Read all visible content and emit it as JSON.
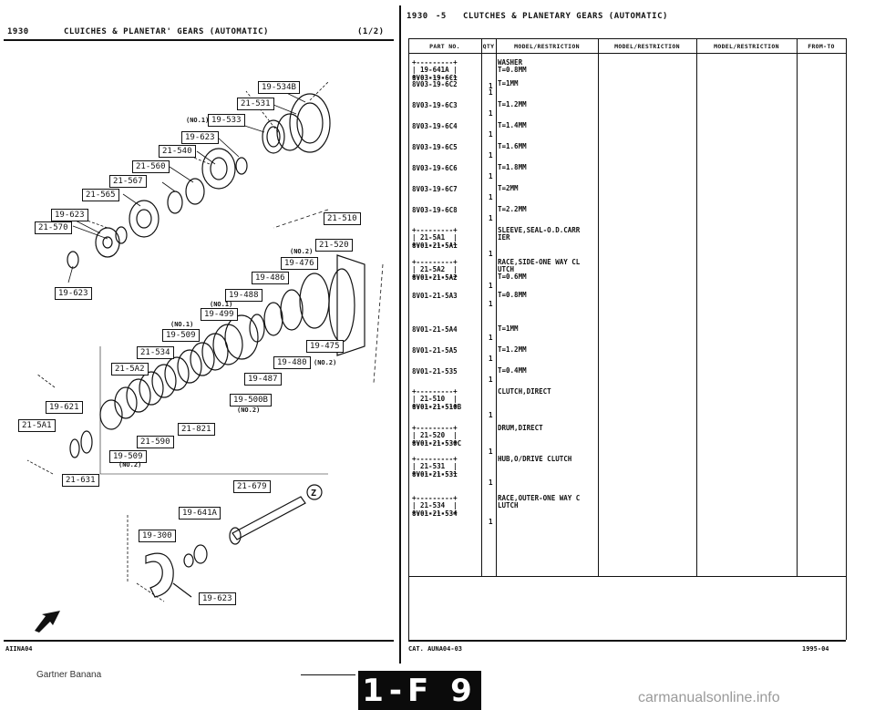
{
  "left_page": {
    "header_left": "1930",
    "header_title": "CLUICHES & PLANETAR' GEARS (AUTOMATIC)",
    "header_page": "(1/2)",
    "footer_code": "AIINA04",
    "labels": {
      "l_19_534b": "19-534B",
      "l_21_531": "21-531",
      "l_no1_a": "(NO.1)",
      "l_19_533": "19-533",
      "l_19_623_a": "19-623",
      "l_21_540": "21-540",
      "l_21_560": "21-560",
      "l_21_567": "21-567",
      "l_21_565": "21-565",
      "l_19_623_b": "19-623",
      "l_21_570": "21-570",
      "l_19_623_c": "19-623",
      "l_21_510": "21-510",
      "l_no2_a": "(NO.2)",
      "l_21_520": "21-520",
      "l_19_476": "19-476",
      "l_19_486": "19-486",
      "l_19_488": "19-488",
      "l_no1_b": "(NO.1)",
      "l_19_499": "19-499",
      "l_no1_c": "(NO.1)",
      "l_19_509_a": "19-509",
      "l_21_534": "21-534",
      "l_21_5a2": "21-5A2",
      "l_19_475": "19-475",
      "l_19_480": "19-480",
      "l_no2_b": "(NO.2)",
      "l_19_487": "19-487",
      "l_19_500b": "19-500B",
      "l_no2_c": "(NO.2)",
      "l_21_821": "21-821",
      "l_21_590": "21-590",
      "l_19_509_b": "19-509",
      "l_no2_d": "(NO.2)",
      "l_19_621": "19-621",
      "l_21_5a1": "21-5A1",
      "l_21_631": "21-631",
      "l_21_679": "21-679",
      "l_19_641a": "19-641A",
      "l_19_300": "19-300",
      "l_19_623_d": "19-623"
    }
  },
  "right_page": {
    "header_left": "1930",
    "header_dash": "-5",
    "header_title": "CLUTCHES & PLANETARY GEARS (AUTOMATIC)",
    "columns": {
      "part_no": "PART NO.",
      "qty": "QTY",
      "model1": "MODEL/RESTRICTION",
      "model2": "MODEL/RESTRICTION",
      "model3": "MODEL/RESTRICTION",
      "from_to": "FROM-TO"
    },
    "footer_left": "CAT. AUNA04-03",
    "footer_right": "1995-04"
  },
  "rows": [
    {
      "group": "+---------+\n| 19-641A |\n+---------+",
      "part": "8V03-19-6C1",
      "qty": "1",
      "desc": "WASHER\nT=0.8MM"
    },
    {
      "part": "8V03-19-6C2",
      "qty": "1",
      "desc": "T=1MM"
    },
    {
      "part": "8V03-19-6C3",
      "qty": "1",
      "desc": "T=1.2MM"
    },
    {
      "part": "8V03-19-6C4",
      "qty": "1",
      "desc": "T=1.4MM"
    },
    {
      "part": "8V03-19-6C5",
      "qty": "1",
      "desc": "T=1.6MM"
    },
    {
      "part": "8V03-19-6C6",
      "qty": "1",
      "desc": "T=1.8MM"
    },
    {
      "part": "8V03-19-6C7",
      "qty": "1",
      "desc": "T=2MM"
    },
    {
      "part": "8V03-19-6C8",
      "qty": "1",
      "desc": "T=2.2MM"
    },
    {
      "group": "+---------+\n| 21-5A1  |\n+---------+",
      "part": "8V01-21-5A1",
      "qty": "1",
      "desc": "SLEEVE,SEAL-O.D.CARR\nIER"
    },
    {
      "group": "+---------+\n| 21-5A2  |\n+---------+",
      "part": "8V01-21-5A2",
      "qty": "1",
      "desc": "RACE,SIDE-ONE WAY CL\nUTCH\nT=0.6MM"
    },
    {
      "part": "8V01-21-5A3",
      "qty": "1",
      "desc": "T=0.8MM"
    },
    {
      "part": "8V01-21-5A4",
      "qty": "1",
      "desc": "T=1MM"
    },
    {
      "part": "8V01-21-5A5",
      "qty": "1",
      "desc": "T=1.2MM"
    },
    {
      "part": "8V01-21-535",
      "qty": "1",
      "desc": "T=0.4MM"
    },
    {
      "group": "+---------+\n| 21-510  |\n+---------+",
      "part": "8V01-21-510B",
      "qty": "1",
      "desc": "CLUTCH,DIRECT"
    },
    {
      "group": "+---------+\n| 21-520  |\n+---------+",
      "part": "8V01-21-530C",
      "qty": "1",
      "desc": "DRUM,DIRECT"
    },
    {
      "group": "+---------+\n| 21-531  |\n+---------+",
      "part": "8V01-21-531",
      "qty": "1",
      "desc": "HUB,O/DRIVE CLUTCH"
    },
    {
      "group": "+---------+\n| 21-534  |\n+---------+",
      "part": "8V01-21-534",
      "qty": "1",
      "desc": "RACE,OUTER-ONE WAY C\nLUTCH"
    }
  ],
  "bottom": {
    "watermark_left": "Gartner Banana",
    "banner": "1-F 9",
    "watermark_right": "carmanualsonline.info"
  }
}
